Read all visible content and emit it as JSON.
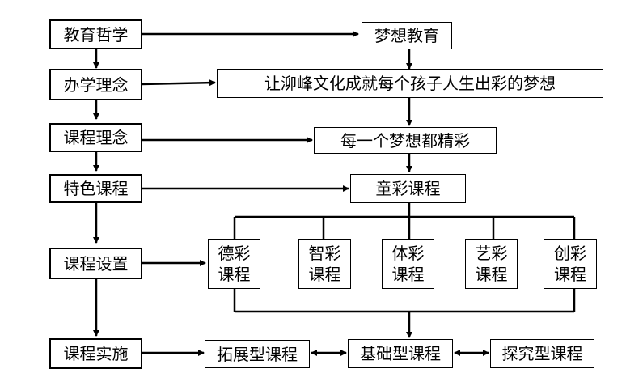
{
  "left_column": {
    "philosophy": "教育哲学",
    "school_concept": "办学理念",
    "curriculum_concept": "课程理念",
    "feature_curriculum": "特色课程",
    "curriculum_setting": "课程设置",
    "curriculum_implementation": "课程实施"
  },
  "right_column": {
    "dream_education": "梦想教育",
    "mission": "让泖峰文化成就每个孩子人生出彩的梦想",
    "slogan": "每一个梦想都精彩",
    "tongcai": "童彩课程"
  },
  "courses": [
    {
      "name": "德彩\n课程"
    },
    {
      "name": "智彩\n课程"
    },
    {
      "name": "体彩\n课程"
    },
    {
      "name": "艺彩\n课程"
    },
    {
      "name": "创彩\n课程"
    }
  ],
  "implementation": {
    "expand": "拓展型课程",
    "basic": "基础型课程",
    "explore": "探究型课程"
  }
}
